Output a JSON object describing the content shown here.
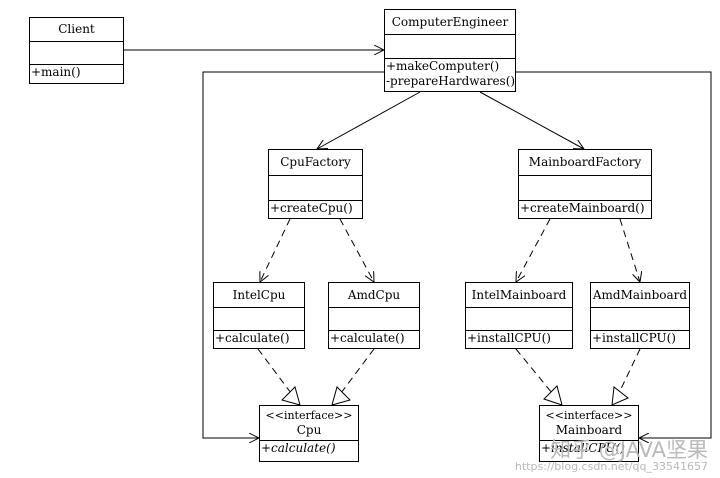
{
  "diagram": {
    "classes": {
      "client": {
        "name": "Client",
        "operations": [
          "+main()"
        ]
      },
      "computer_engineer": {
        "name": "ComputerEngineer",
        "operations": [
          "+makeComputer()",
          "-prepareHardwares()"
        ]
      },
      "cpu_factory": {
        "name": "CpuFactory",
        "operations": [
          "+createCpu()"
        ]
      },
      "mainboard_factory": {
        "name": "MainboardFactory",
        "operations": [
          "+createMainboard()"
        ]
      },
      "intel_cpu": {
        "name": "IntelCpu",
        "operations": [
          "+calculate()"
        ]
      },
      "amd_cpu": {
        "name": "AmdCpu",
        "operations": [
          "+calculate()"
        ]
      },
      "intel_mainboard": {
        "name": "IntelMainboard",
        "operations": [
          "+installCPU()"
        ]
      },
      "amd_mainboard": {
        "name": "AmdMainboard",
        "operations": [
          "+installCPU()"
        ]
      },
      "cpu": {
        "stereotype": "<<interface>>",
        "name": "Cpu",
        "operations": [
          "+calculate()"
        ]
      },
      "mainboard": {
        "stereotype": "<<interface>>",
        "name": "Mainboard",
        "operations": [
          "+installCPU()"
        ]
      }
    },
    "line_color": "#000000"
  },
  "watermark": {
    "title": "知乎 @JAVA坚果",
    "url": "https://blog.csdn.net/qq_33541657",
    "color": "#b9b9b9"
  }
}
